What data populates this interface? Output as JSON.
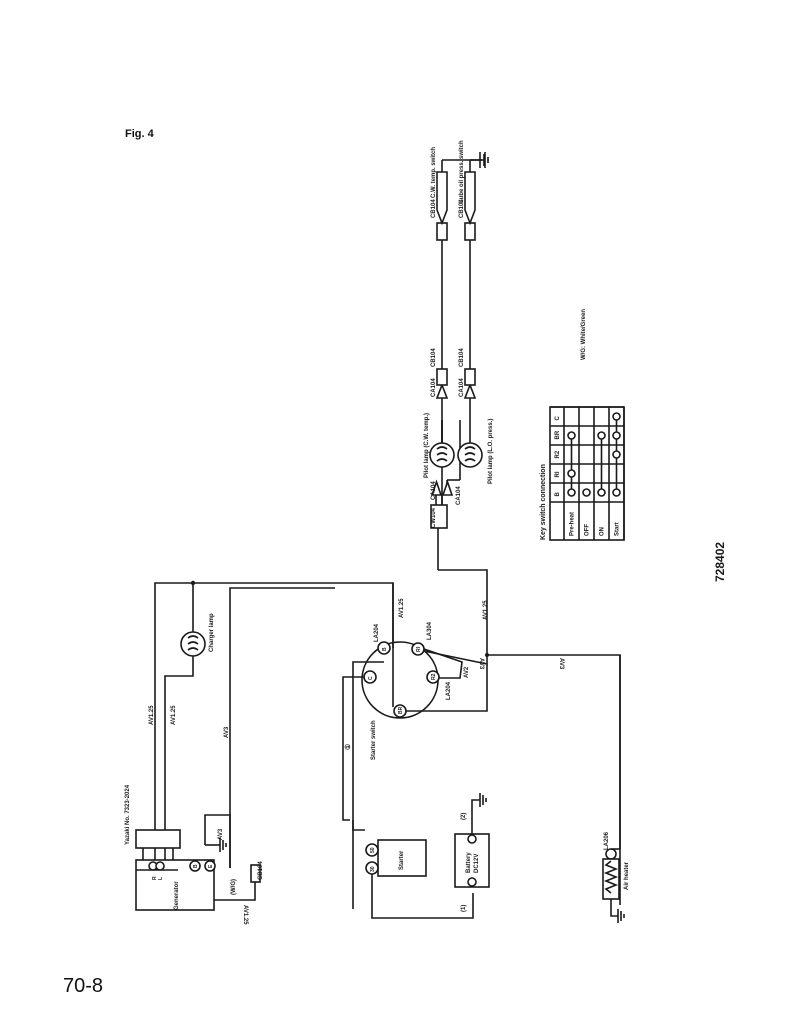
{
  "figure_label": "Fig. 4",
  "page_number": "70-8",
  "drawing_number": "728402",
  "legend": "W/G: White/Green",
  "components": {
    "generator": {
      "label": "Generator",
      "terminals": [
        "R",
        "L",
        "B",
        "E"
      ],
      "part_no": "Yazaki No. 7323-2024"
    },
    "charger_lamp": "Charger lamp",
    "starter_switch": {
      "label": "Starter switch",
      "terminals": [
        "B",
        "RI",
        "R2",
        "BR",
        "C"
      ]
    },
    "starter": {
      "label": "Starter",
      "terminals": [
        "30",
        "50"
      ]
    },
    "battery": {
      "label": "Battery",
      "rating": "DC12V",
      "plus": "+",
      "minus": "−"
    },
    "air_heater": "Air heater",
    "pilot_lamp_cw": "Pilot lamp (C.W. temp.)",
    "pilot_lamp_lo": "Pilot lamp (L.O. press.)",
    "cw_temp_switch": "C.W. temp. switch",
    "lube_oil_switch": "Lube oil press. switch"
  },
  "wires": {
    "av125": "AV1.25",
    "av3": "AV3",
    "av2": "AV2",
    "av125_wg": "AV1.25",
    "wg": "(W/G)",
    "cable1": "①",
    "cable1b": "(1)",
    "cable2": "(2)"
  },
  "connectors": {
    "cb104": "CB104",
    "ca104": "CA104",
    "cw104": "CW104",
    "la204": "LA204",
    "la304": "LA304",
    "la206": "LA206"
  },
  "key_switch_table": {
    "title": "Key switch connection",
    "columns": [
      "",
      "B",
      "RI",
      "R2",
      "BR",
      "C"
    ],
    "rows": [
      {
        "label": "Pre-heat",
        "connected": [
          "B",
          "RI",
          "BR"
        ]
      },
      {
        "label": "OFF",
        "connected": [
          "B"
        ]
      },
      {
        "label": "ON",
        "connected": [
          "B",
          "BR"
        ]
      },
      {
        "label": "Start",
        "connected": [
          "B",
          "R2",
          "BR",
          "C"
        ]
      }
    ]
  }
}
